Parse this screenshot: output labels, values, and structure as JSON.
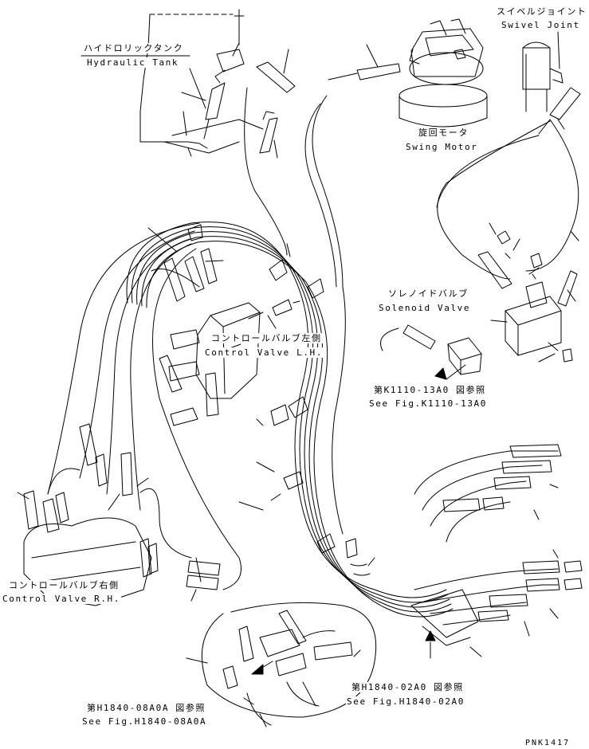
{
  "colors": {
    "ink": "#000000",
    "paper": "#ffffff"
  },
  "labels": {
    "hydraulic_tank_jp": "ハイドロリックタンク",
    "hydraulic_tank_en": "Hydraulic Tank",
    "swivel_joint_jp": "スイベルジョイント",
    "swivel_joint_en": "Swivel Joint",
    "swing_motor_jp": "旋回モータ",
    "swing_motor_en": "Swing Motor",
    "solenoid_valve_jp": "ソレノイドバルブ",
    "solenoid_valve_en": "Solenoid Valve",
    "control_valve_lh_jp": "コントロールバルブ左側",
    "control_valve_lh_en": "Control Valve L.H.",
    "control_valve_rh_jp": "コントロールバルブ右側",
    "control_valve_rh_en": "Control Valve R.H.",
    "ref_k1110_jp": "第K1110-13A0 図参照",
    "ref_k1110_en": "See Fig.K1110-13A0",
    "ref_h1840_02_jp": "第H1840-02A0 図参照",
    "ref_h1840_02_en": "See Fig.H1840-02A0",
    "ref_h1840_08_jp": "第H1840-08A0A 図参照",
    "ref_h1840_08_en": "See Fig.H1840-08A0A",
    "drawing_code": "PNK1417"
  }
}
